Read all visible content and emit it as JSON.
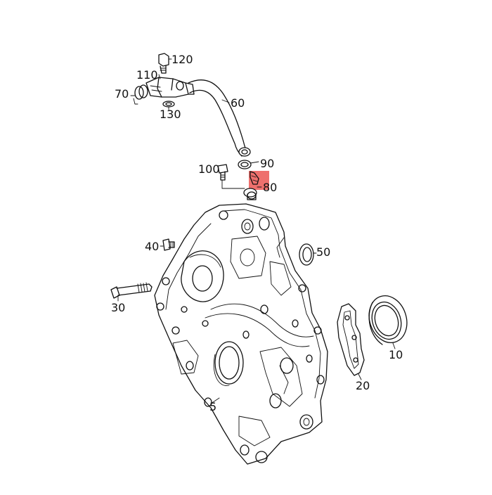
{
  "diagram": {
    "highlight_color": "#e8403c",
    "labels": {
      "p5": "5",
      "p10": "10",
      "p20": "20",
      "p30": "30",
      "p40": "40",
      "p50": "50",
      "p60": "60",
      "p70": "70",
      "p80": "80",
      "p90": "90",
      "p100": "100",
      "p110": "110",
      "p120": "120",
      "p130": "130"
    }
  }
}
